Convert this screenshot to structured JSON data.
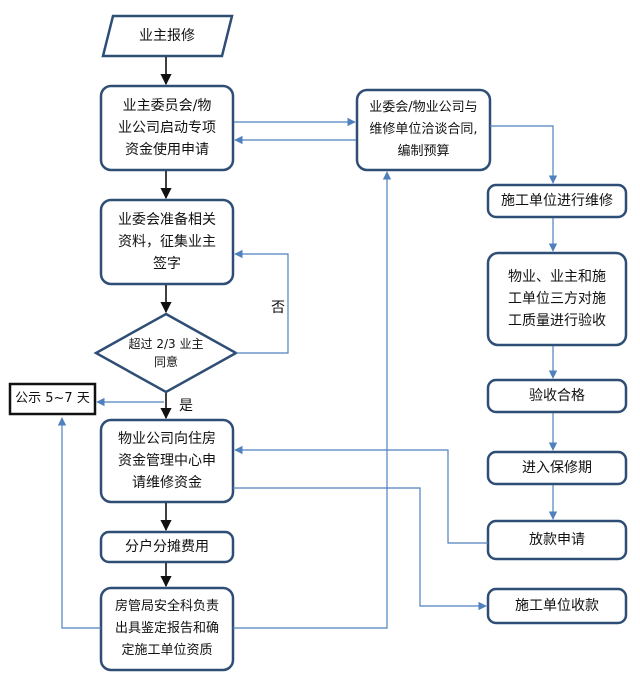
{
  "nodes": {
    "owner_report": "业主报修",
    "start_fund": "业主委员会/物\n业公司启动专项\n资金使用申请",
    "collect_sign": "业委会准备相关\n资料，征集业主\n签字",
    "decision": "超过 2/3 业主\n同意",
    "publicity": "公示 5~7 天",
    "apply_fund": "物业公司向住房\n资金管理中心申\n请维修资金",
    "split_cost": "分户分摊费用",
    "housing_bureau": "房管局安全科负责\n出具鉴定报告和确\n定施工单位资质",
    "negotiate": "业委会/物业公司与\n维修单位洽谈合同,\n编制预算",
    "repair": "施工单位进行维修",
    "inspect": "物业、业主和施\n工单位三方对施\n工质量进行验收",
    "qualified": "验收合格",
    "warranty": "进入保修期",
    "payment_apply": "放款申请",
    "receive": "施工单位收款"
  },
  "edge_labels": {
    "no": "否",
    "yes": "是"
  },
  "colors": {
    "node_stroke": "#2f4e76",
    "black_edge": "#111111",
    "blue_edge": "#4f81bd"
  }
}
